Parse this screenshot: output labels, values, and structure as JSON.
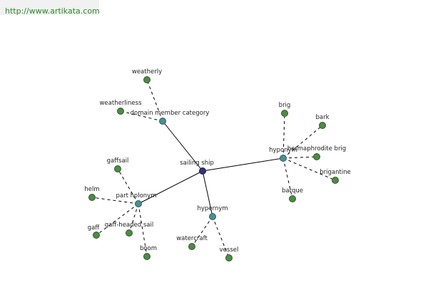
{
  "header": {
    "url": "http://www.artikata.com"
  },
  "graph": {
    "root": {
      "label": "sailing ship"
    },
    "relations": [
      {
        "id": "domain-member-category",
        "label": "domain member category",
        "leaves": [
          "weatherly",
          "weatherliness"
        ]
      },
      {
        "id": "hyponym",
        "label": "hyponym",
        "leaves": [
          "brig",
          "bark",
          "hermaphrodite brig",
          "brigantine",
          "barque"
        ]
      },
      {
        "id": "part-holonym",
        "label": "part holonym",
        "leaves": [
          "gaffsail",
          "helm",
          "gaff",
          "gaff-headed sail",
          "boom"
        ]
      },
      {
        "id": "hypernym",
        "label": "hypernym",
        "leaves": [
          "watercraft",
          "vessel"
        ]
      }
    ]
  },
  "colors": {
    "root_node": "#333377",
    "relation_node": "#4a8f93",
    "leaf_node": "#4e8a46",
    "url_text": "#2c8a2c"
  }
}
